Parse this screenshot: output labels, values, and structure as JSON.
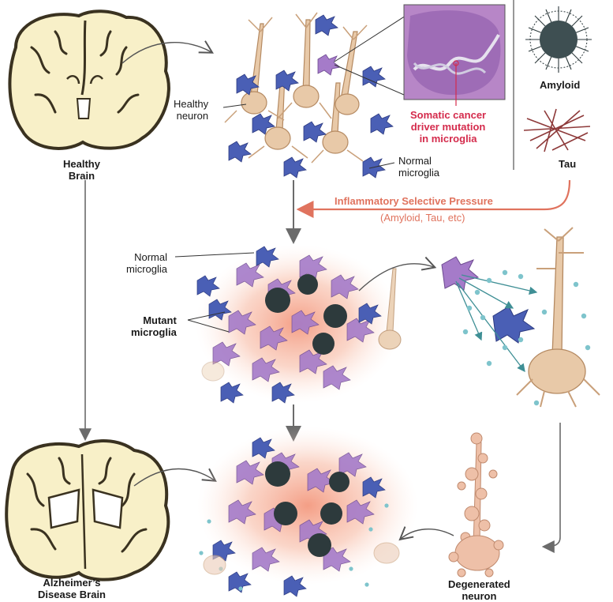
{
  "labels": {
    "healthy_brain": [
      "Healthy",
      "Brain"
    ],
    "healthy_neuron": [
      "Healthy",
      "neuron"
    ],
    "normal_microglia_top": [
      "Normal",
      "microglia"
    ],
    "somatic_mutation": [
      "Somatic cancer",
      "driver mutation",
      "in microglia"
    ],
    "amyloid": "Amyloid",
    "tau": "Tau",
    "pressure_title": "Inflammatory Selective Pressure",
    "pressure_sub": "(Amyloid, Tau, etc)",
    "normal_microglia_mid": [
      "Normal",
      "microglia"
    ],
    "mutant_microglia": [
      "Mutant",
      "microglia"
    ],
    "ad_brain": [
      "Alzheimer’s",
      "Disease Brain"
    ],
    "degenerated_neuron": [
      "Degenerated",
      "neuron"
    ]
  },
  "colors": {
    "brain_fill": "#f8f0c8",
    "brain_outline": "#3a3220",
    "neuron": "#e8c9a8",
    "normal_microglia": "#4a5fb5",
    "mutant_microglia": "#a57bc9",
    "amyloid": "#2d3a3c",
    "tau": "#8e3a3a",
    "inflammation": "#f4a085",
    "mutation_text": "#d42b4c",
    "pressure_arrow": "#e0735e",
    "cytokine": "#7ec4cc",
    "dna_panel": "#b786c7"
  }
}
